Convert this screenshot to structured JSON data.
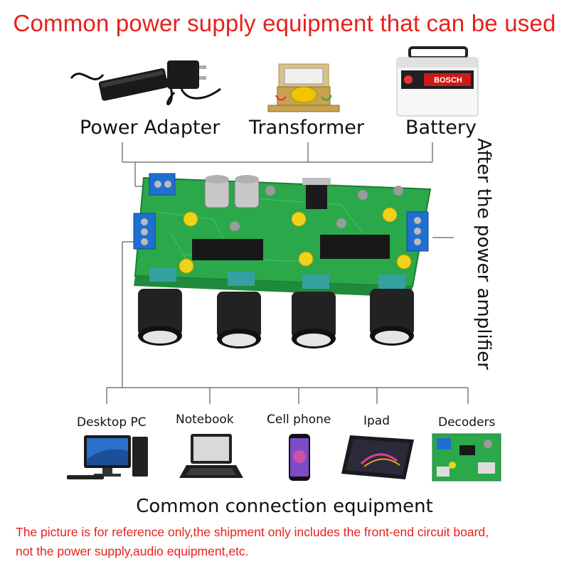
{
  "header": {
    "title": "Common power supply equipment that can be used"
  },
  "power_supplies": [
    {
      "label": "Power Adapter"
    },
    {
      "label": "Transformer"
    },
    {
      "label": "Battery"
    }
  ],
  "battery_brand": "BOSCH",
  "board_side_label": "After the power amplifier",
  "devices": [
    {
      "label": "Desktop PC"
    },
    {
      "label": "Notebook"
    },
    {
      "label": "Cell phone"
    },
    {
      "label": "Ipad"
    },
    {
      "label": "Decoders"
    }
  ],
  "connection_title": "Common connection equipment",
  "notes": {
    "line1": "The picture is for reference only,the shipment only includes the front-end circuit board,",
    "line2": "not the power supply,audio equipment,etc."
  },
  "colors": {
    "accent_red": "#e8201c",
    "pcb_green": "#2aa84a",
    "connector_blue": "#1f6fd1"
  }
}
